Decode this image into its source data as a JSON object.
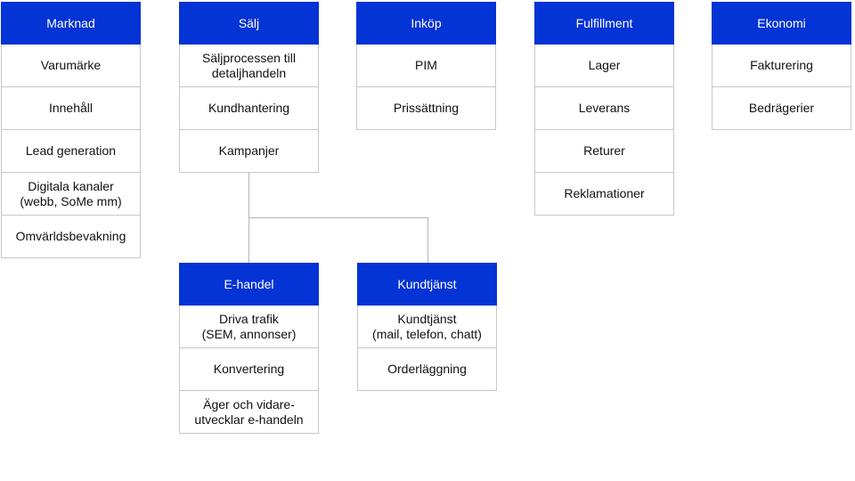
{
  "colors": {
    "header": "#0433D6",
    "header_text": "#FFFFFF",
    "border": "#C8C8C8",
    "connector": "#B5B5B5"
  },
  "columns": [
    {
      "title": "Marknad",
      "items": [
        "Varumärke",
        "Innehåll",
        "Lead generation",
        "Digitala kanaler\n(webb, SoMe mm)",
        "Omvärldsbevakning"
      ]
    },
    {
      "title": "Sälj",
      "items": [
        "Säljprocessen till\ndetaljhandeln",
        "Kundhantering",
        "Kampanjer"
      ]
    },
    {
      "title": "Inköp",
      "items": [
        "PIM",
        "Prissättning"
      ]
    },
    {
      "title": "Fulfillment",
      "items": [
        "Lager",
        "Leverans",
        "Returer",
        "Reklamationer"
      ]
    },
    {
      "title": "Ekonomi",
      "items": [
        "Fakturering",
        "Bedrägerier"
      ]
    }
  ],
  "sub_columns": [
    {
      "title": "E-handel",
      "items": [
        "Driva trafik\n(SEM, annonser)",
        "Konvertering",
        "Äger och vidare-\nutvecklar e-handeln"
      ]
    },
    {
      "title": "Kundtjänst",
      "items": [
        "Kundtjänst\n(mail, telefon, chatt)",
        "Orderläggning"
      ]
    }
  ]
}
